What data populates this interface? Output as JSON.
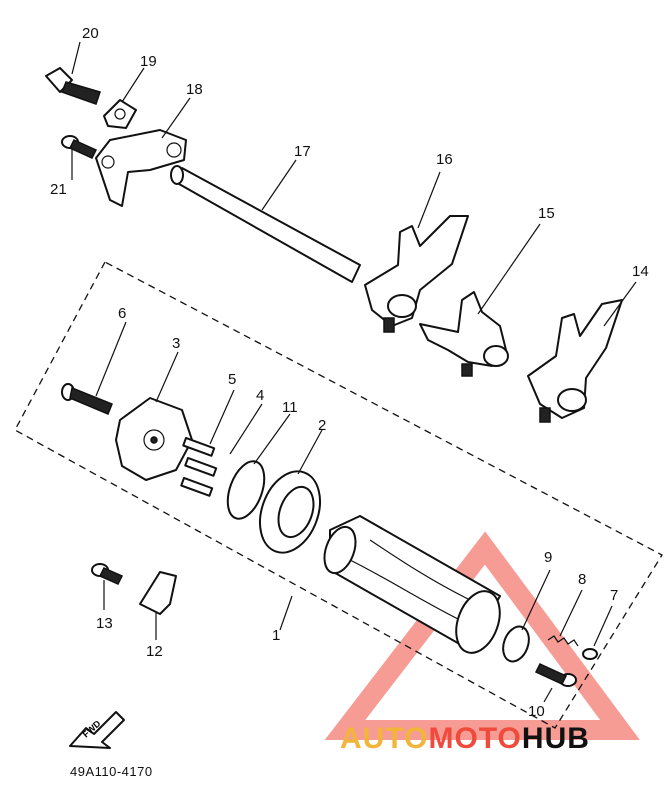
{
  "diagram_code": "49A110-4170",
  "fwd_label": "FWD",
  "watermark": {
    "part1": "AUTO",
    "part2": "MOTO",
    "part3": "HUB",
    "colors": {
      "part1": "#f2b53a",
      "part2": "#ef4a3c",
      "part3": "#111111",
      "triangle": "#ef4a3c"
    }
  },
  "callouts": [
    "1",
    "2",
    "3",
    "4",
    "5",
    "6",
    "7",
    "8",
    "9",
    "10",
    "11",
    "12",
    "13",
    "14",
    "15",
    "16",
    "17",
    "18",
    "19",
    "20",
    "21"
  ]
}
